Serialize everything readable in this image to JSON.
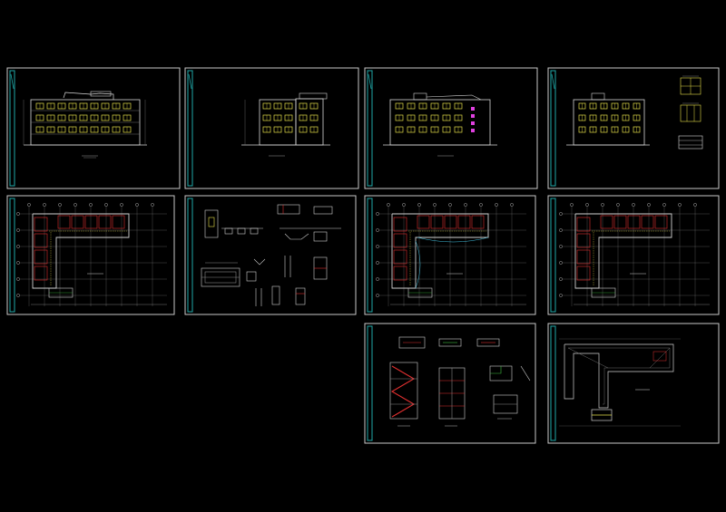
{
  "canvas": {
    "background": "#000000",
    "frame_color": "#c9c9c9",
    "title_strip_color": "#1fa8a8"
  },
  "colors": {
    "facade_window": "#e6e04a",
    "facade_outline": "#d8d8d8",
    "wall_red": "#e03030",
    "plan_line": "#cfcfcf",
    "grid_line": "#9a9a9a",
    "axis_bubble": "#dcdcdc",
    "accent_magenta": "#e040e0",
    "accent_green": "#40c040",
    "accent_cyan": "#40c0e0"
  },
  "sheets": [
    {
      "id": "sheet-1",
      "kind": "elevation-south",
      "label": ""
    },
    {
      "id": "sheet-2",
      "kind": "elevation-side",
      "label": ""
    },
    {
      "id": "sheet-3",
      "kind": "elevation-north",
      "label": ""
    },
    {
      "id": "sheet-4",
      "kind": "elevation-with-details",
      "label": ""
    },
    {
      "id": "sheet-5",
      "kind": "floor-plan",
      "label": ""
    },
    {
      "id": "sheet-6",
      "kind": "details",
      "label": ""
    },
    {
      "id": "sheet-7",
      "kind": "floor-plan",
      "label": ""
    },
    {
      "id": "sheet-8",
      "kind": "floor-plan",
      "label": ""
    },
    {
      "id": "sheet-9",
      "kind": "stair-sections",
      "label": ""
    },
    {
      "id": "sheet-10",
      "kind": "roof-plan",
      "label": ""
    }
  ]
}
